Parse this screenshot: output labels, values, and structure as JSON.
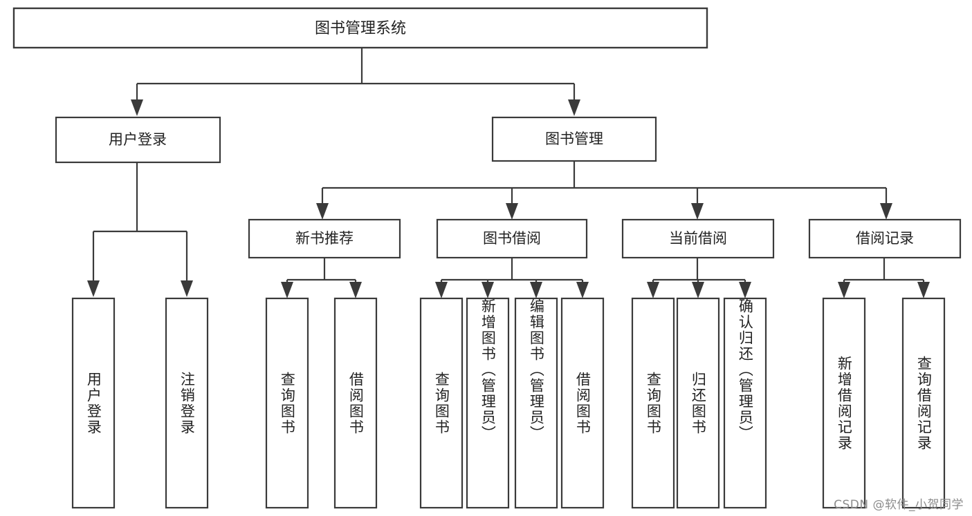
{
  "diagram": {
    "type": "tree-hierarchy",
    "orientation": "top-down",
    "colors": {
      "background": "#ffffff",
      "box_fill": "#ffffff",
      "box_stroke": "#3a3a3a",
      "text": "#222222",
      "watermark": "#8c8c8c"
    },
    "root": {
      "label": "图书管理系统",
      "name": "root-node-book-management-system"
    },
    "level2": [
      {
        "label": "用户登录",
        "name": "node-user-login"
      },
      {
        "label": "图书管理",
        "name": "node-book-management"
      }
    ],
    "level3": [
      {
        "label": "新书推荐",
        "name": "node-new-book-recommendation"
      },
      {
        "label": "图书借阅",
        "name": "node-book-borrowing"
      },
      {
        "label": "当前借阅",
        "name": "node-current-borrowing"
      },
      {
        "label": "借阅记录",
        "name": "node-borrowing-records"
      }
    ],
    "leaves": {
      "user_login": [
        {
          "label": "用户登录",
          "name": "leaf-user-login"
        },
        {
          "label": "注销登录",
          "name": "leaf-logout"
        }
      ],
      "new_book_recommendation": [
        {
          "label": "查询图书",
          "name": "leaf-query-books-recommend"
        },
        {
          "label": "借阅图书",
          "name": "leaf-borrow-books-recommend"
        }
      ],
      "book_borrowing": [
        {
          "label": "查询图书",
          "name": "leaf-query-books-borrow"
        },
        {
          "label": "新增图书（管理员）",
          "name": "leaf-add-book-admin"
        },
        {
          "label": "编辑图书（管理员）",
          "name": "leaf-edit-book-admin"
        },
        {
          "label": "借阅图书",
          "name": "leaf-borrow-books"
        }
      ],
      "current_borrowing": [
        {
          "label": "查询图书",
          "name": "leaf-query-books-current"
        },
        {
          "label": "归还图书",
          "name": "leaf-return-books"
        },
        {
          "label": "确认归还（管理员）",
          "name": "leaf-confirm-return-admin"
        }
      ],
      "borrowing_records": [
        {
          "label": "新增借阅记录",
          "name": "leaf-add-borrow-record"
        },
        {
          "label": "查询借阅记录",
          "name": "leaf-query-borrow-record"
        }
      ]
    }
  },
  "watermark": {
    "text": "CSDN @软件_小贺同学"
  }
}
